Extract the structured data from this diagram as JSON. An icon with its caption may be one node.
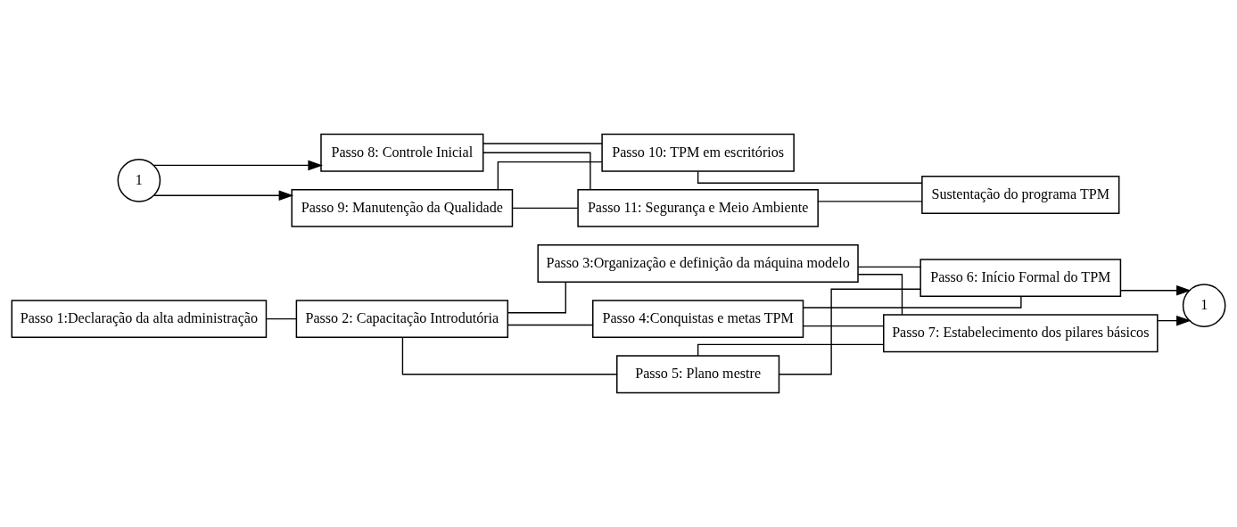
{
  "diagram": {
    "nodes": [
      {
        "text": [
          "Passo 1:Declaração da alta administração"
        ]
      },
      {
        "text": [
          "Passo 2: Capacitação Introdutória"
        ]
      },
      {
        "text": [
          "Passo 3:Organização e definição da máquina modelo"
        ]
      },
      {
        "text": [
          "Passo 4:Conquistas e metas TPM"
        ]
      },
      {
        "text": [
          "Passo 5: Plano mestre"
        ]
      },
      {
        "text": [
          "Passo 6: Início Formal do TPM"
        ]
      },
      {
        "text": [
          "Passo 7: Estabelecimento dos pilares básicos"
        ]
      },
      {
        "text": [
          "1"
        ]
      },
      {
        "text": [
          "1"
        ]
      },
      {
        "text": [
          "Passo 8: Controle Inicial"
        ]
      },
      {
        "text": [
          "Passo 9: Manutenção da Qualidade"
        ]
      },
      {
        "text": [
          "Passo 10: TPM em escritórios"
        ]
      },
      {
        "text": [
          "Passo 11: Segurança e Meio Ambiente"
        ]
      },
      {
        "text": [
          "Sustentação do programa TPM"
        ]
      }
    ],
    "edges": [
      {
        "from": 0,
        "to": 1,
        "arrow": "none"
      },
      {
        "from": 1,
        "to": 2,
        "arrow": "none"
      },
      {
        "from": 1,
        "to": 3,
        "arrow": "none"
      },
      {
        "from": 1,
        "to": 4,
        "arrow": "none"
      },
      {
        "from": 2,
        "to": 5,
        "arrow": "none"
      },
      {
        "from": 2,
        "to": 6,
        "arrow": "none"
      },
      {
        "from": 3,
        "to": 5,
        "arrow": "none"
      },
      {
        "from": 3,
        "to": 6,
        "arrow": "none"
      },
      {
        "from": 4,
        "to": 5,
        "arrow": "none"
      },
      {
        "from": 4,
        "to": 6,
        "arrow": "none"
      },
      {
        "from": 5,
        "to": 7,
        "arrow": "to"
      },
      {
        "from": 6,
        "to": 7,
        "arrow": "to"
      },
      {
        "from": 8,
        "to": 9,
        "arrow": "to"
      },
      {
        "from": 8,
        "to": 10,
        "arrow": "to"
      },
      {
        "from": 9,
        "to": 11,
        "arrow": "none"
      },
      {
        "from": 9,
        "to": 12,
        "arrow": "none"
      },
      {
        "from": 10,
        "to": 11,
        "arrow": "none"
      },
      {
        "from": 10,
        "to": 12,
        "arrow": "none"
      },
      {
        "from": 11,
        "to": 13,
        "arrow": "none"
      },
      {
        "from": 12,
        "to": 13,
        "arrow": "none"
      }
    ]
  }
}
